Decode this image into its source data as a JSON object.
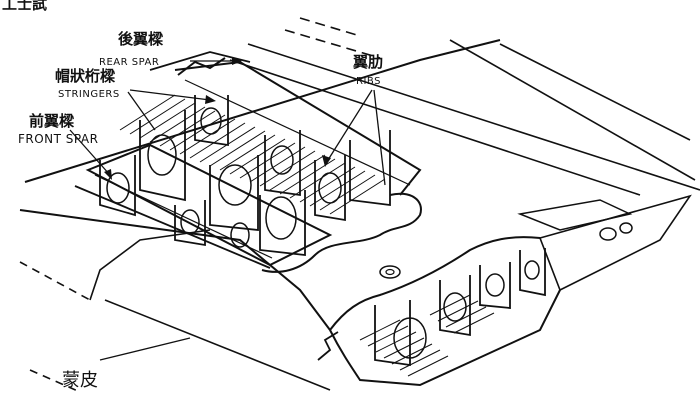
{
  "top_fragment": "工士試",
  "labels": {
    "rear_spar": {
      "zh": "後翼樑",
      "en": "REAR SPAR"
    },
    "stringers": {
      "zh": "帽狀桁樑",
      "en": "STRINGERS"
    },
    "front_spar": {
      "zh": "前翼樑",
      "en": "FRONT SPAR"
    },
    "ribs": {
      "zh": "翼肋",
      "en": "RIBS"
    },
    "skin": {
      "zh": "蒙皮"
    }
  },
  "colors": {
    "ink": "#111111",
    "paper": "#ffffff"
  }
}
